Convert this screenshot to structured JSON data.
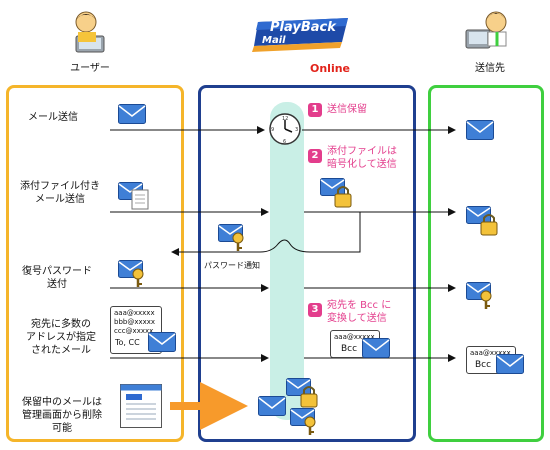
{
  "logo": {
    "line1": "PlayBack",
    "line2": "Mail",
    "subtitle": "Online"
  },
  "actors": {
    "user": "ユーザー",
    "recipient": "送信先"
  },
  "rows": {
    "send_mail": "メール送信",
    "attach_line1": "添付ファイル付き",
    "attach_line2": "メール送信",
    "pwd_line1": "復号パスワード",
    "pwd_line2": "送付",
    "multi_line1": "宛先に多数の",
    "multi_line2": "アドレスが指定",
    "multi_line3": "されたメール",
    "held_line1": "保留中のメールは",
    "held_line2": "管理画面から削除",
    "held_line3": "可能"
  },
  "steps": [
    {
      "num": "1",
      "line1": "送信保留",
      "line2": ""
    },
    {
      "num": "2",
      "line1": "添付ファイルは",
      "line2": "暗号化して送信"
    },
    {
      "num": "3",
      "line1": "宛先を Bcc に",
      "line2": "変換して送信"
    }
  ],
  "notes": {
    "password_notice": "パスワード通知"
  },
  "address_card": {
    "lines": [
      "aaa@xxxxx",
      "bbb@xxxxx",
      "ccc@xxxxx"
    ],
    "to_cc": "To, CC"
  },
  "bcc_card_center": {
    "addr": "aaa@xxxxx",
    "label": "Bcc"
  },
  "bcc_card_right": {
    "addr": "aaa@xxxxx",
    "label": "Bcc"
  },
  "colors": {
    "user_panel": "#f5b52a",
    "server_panel": "#1f3f8f",
    "recipient_panel": "#3fcf3f",
    "highlight_band": "#c9efe6",
    "step_badge": "#e33d8c",
    "arrow_orange": "#f79a2b"
  }
}
